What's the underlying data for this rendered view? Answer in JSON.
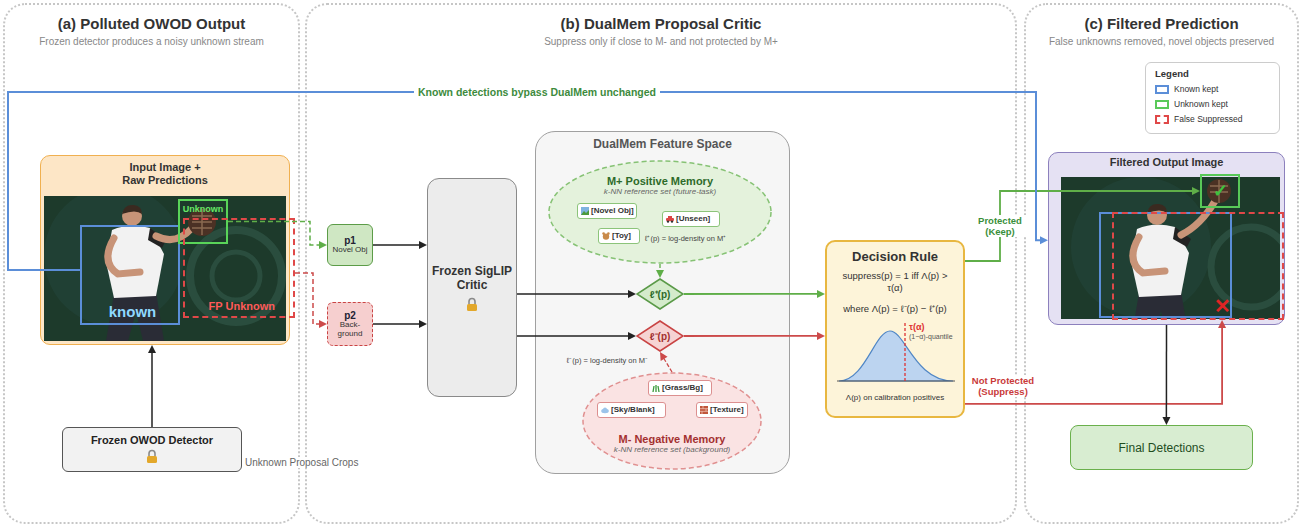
{
  "diagram": {
    "nodes": [
      {
        "text": [
          "(a) Polluted OWOD Output",
          "Frozen detector produces a noisy unknown stream"
        ]
      },
      {
        "text": [
          "Input Image + Raw Predictions"
        ],
        "in": 0
      },
      {
        "text": [
          "known"
        ],
        "in": 1
      },
      {
        "text": [
          "Unknown"
        ],
        "in": 1
      },
      {
        "text": [
          "FP Unknown"
        ],
        "in": 1
      },
      {
        "text": [
          "Frozen OWOD Detector"
        ],
        "in": 0
      },
      {
        "text": [
          "(b) DualMem Proposal Critic",
          "Suppress only if close to M- and not protected by M+"
        ]
      },
      {
        "text": [
          "p1",
          "Novel Obj"
        ],
        "in": 6
      },
      {
        "text": [
          "p2",
          "Back- ground"
        ],
        "in": 6
      },
      {
        "text": [
          "Frozen SigLIP Critic"
        ],
        "in": 6
      },
      {
        "text": [
          "DualMem Feature Space"
        ],
        "in": 6
      },
      {
        "text": [
          "M+ Positive Memory",
          "k-NN reference set (future-task)"
        ],
        "in": 10
      },
      {
        "text": [
          "[Novel Obj]"
        ],
        "in": 11
      },
      {
        "text": [
          "[Toy]"
        ],
        "in": 11
      },
      {
        "text": [
          "[Unseen]"
        ],
        "in": 11
      },
      {
        "text": [
          "ℓ⁺(p)"
        ],
        "in": 10
      },
      {
        "text": [
          "ℓ⁻(p)"
        ],
        "in": 10
      },
      {
        "text": [
          "M- Negative Memory",
          "k-NN reference set (background)"
        ],
        "in": 10
      },
      {
        "text": [
          "[Grass/Bg]"
        ],
        "in": 17
      },
      {
        "text": [
          "[Sky/Blank]"
        ],
        "in": 17
      },
      {
        "text": [
          "[Texture]"
        ],
        "in": 17
      },
      {
        "text": [
          "Decision Rule",
          "suppress(p) = 1 iff Λ(p) > τ(α)",
          "where Λ(p) = ℓ⁻(p) − ℓ⁺(p)",
          "τ(α)",
          "(1−α)-quantile",
          "Λ(p) on calibration positives"
        ],
        "in": 6
      },
      {
        "text": [
          "(c) Filtered Prediction",
          "False unknowns removed, novel objects preserved"
        ]
      },
      {
        "text": [
          "Filtered Output Image"
        ],
        "in": 22
      },
      {
        "text": [
          "✓"
        ],
        "in": 23
      },
      {
        "text": [
          "✕"
        ],
        "in": 23
      },
      {
        "text": [
          "Final Detections"
        ],
        "in": 22
      }
    ],
    "edges": [
      {
        "from": 5,
        "to": 1,
        "arrow": "to"
      },
      {
        "from": 3,
        "to": 7,
        "arrow": "to"
      },
      {
        "from": 4,
        "to": 8,
        "arrow": "to"
      },
      {
        "from": 7,
        "to": 9,
        "arrow": "to"
      },
      {
        "from": 8,
        "to": 9,
        "arrow": "to"
      },
      {
        "from": 9,
        "to": 15,
        "arrow": "to"
      },
      {
        "from": 9,
        "to": 16,
        "arrow": "to"
      },
      {
        "from": 11,
        "to": 15,
        "arrow": "to"
      },
      {
        "from": 17,
        "to": 16,
        "arrow": "to"
      },
      {
        "from": 15,
        "to": 21,
        "arrow": "to"
      },
      {
        "from": 16,
        "to": 21,
        "arrow": "to"
      },
      {
        "from": 21,
        "to": 24,
        "label": "Protected (Keep)",
        "arrow": "to"
      },
      {
        "from": 21,
        "to": 25,
        "label": "Not Protected (Suppress)",
        "arrow": "to"
      },
      {
        "from": 2,
        "to": 23,
        "label": "Known detections bypass DualMem unchanged",
        "arrow": "to"
      },
      {
        "from": 23,
        "to": 26,
        "arrow": "to"
      }
    ],
    "labels": [
      "Unknown Proposal Crops",
      "ℓ⁺(p) = log-density on M⁺",
      "ℓ⁻(p) = log-density on M⁻",
      "Legend"
    ],
    "legend": [
      {
        "text": "Known kept"
      },
      {
        "text": "Unknown kept"
      },
      {
        "text": "False Suppressed"
      }
    ]
  }
}
